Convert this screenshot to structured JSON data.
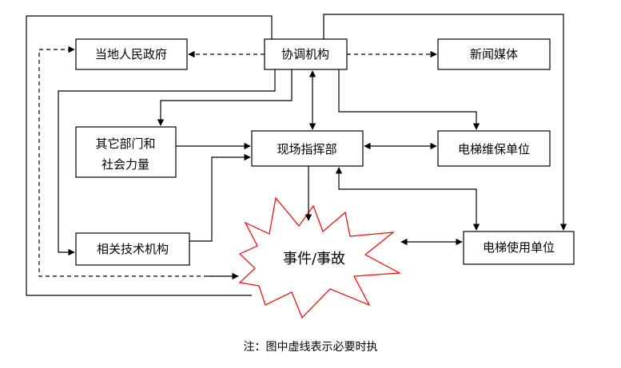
{
  "nodes": {
    "coordination": "协调机构",
    "local_government": "当地人民政府",
    "news_media": "新闻媒体",
    "other_departments_line1": "其它部门和",
    "other_departments_line2": "社会力量",
    "onsite_command": "现场指挥部",
    "elevator_maintenance": "电梯维保单位",
    "technical_agencies": "相关技术机构",
    "incident": "事件/事故",
    "elevator_user": "电梯使用单位"
  },
  "note": "注：图中虚线表示必要时执"
}
